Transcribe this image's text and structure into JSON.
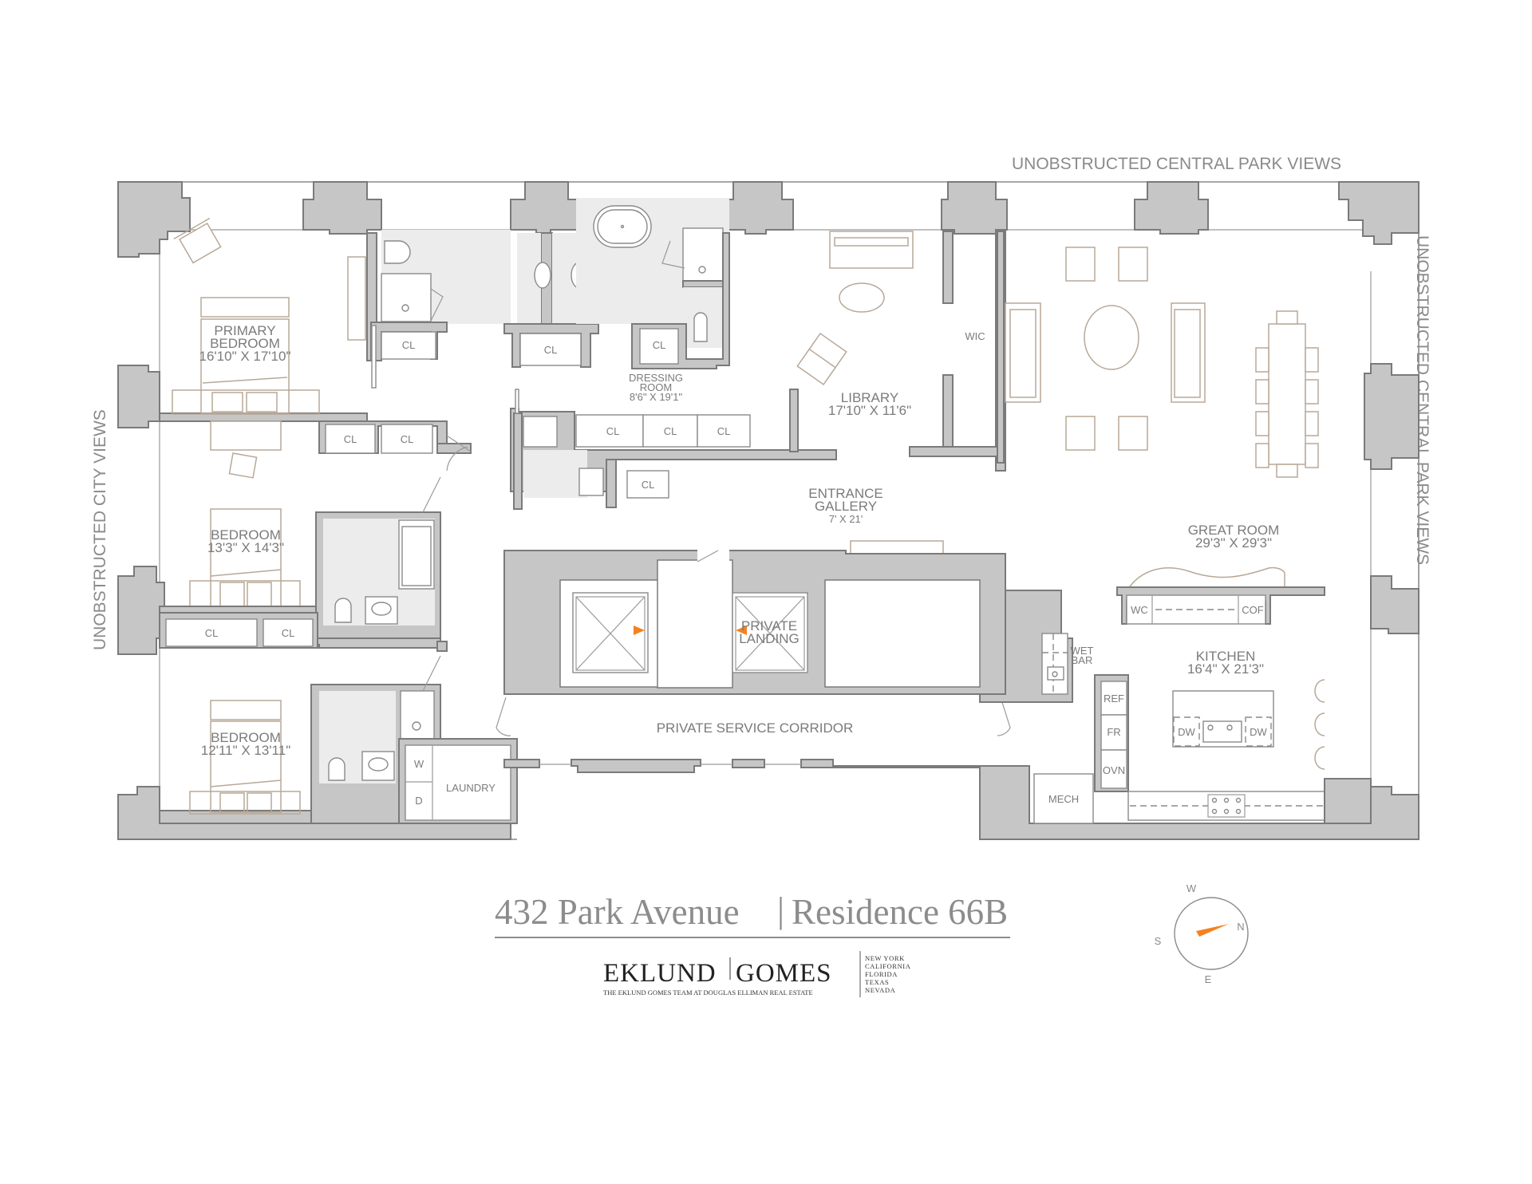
{
  "views": {
    "top": "UNOBSTRUCTED CENTRAL PARK VIEWS",
    "right": "UNOBSTRUCTED CENTRAL PARK VIEWS",
    "left": "UNOBSTRUCTED CITY VIEWS"
  },
  "rooms": {
    "primary_bedroom": {
      "name_line1": "PRIMARY",
      "name_line2": "BEDROOM",
      "size": "16'10\" X 17'10\""
    },
    "dressing_room": {
      "name_line1": "DRESSING",
      "name_line2": "ROOM",
      "size": "8'6\" X 19'1\""
    },
    "library": {
      "name": "LIBRARY",
      "size": "17'10\" X 11'6\""
    },
    "wic": {
      "name": "WIC"
    },
    "entrance_gallery": {
      "name_line1": "ENTRANCE",
      "name_line2": "GALLERY",
      "size": "7' X 21'"
    },
    "great_room": {
      "name": "GREAT ROOM",
      "size": "29'3\" X 29'3\""
    },
    "bedroom_2": {
      "name": "BEDROOM",
      "size": "13'3\" X 14'3\""
    },
    "bedroom_3": {
      "name": "BEDROOM",
      "size": "12'11\" X 13'11\""
    },
    "private_landing": {
      "name_line1": "PRIVATE",
      "name_line2": "LANDING"
    },
    "service_corridor": {
      "name": "PRIVATE SERVICE CORRIDOR"
    },
    "kitchen": {
      "name": "KITCHEN",
      "size": "16'4\" X 21'3\""
    },
    "wet_bar": {
      "name_line1": "WET",
      "name_line2": "BAR"
    },
    "laundry": {
      "name": "LAUNDRY",
      "washer": "W",
      "dryer": "D"
    },
    "mech": {
      "name": "MECH"
    }
  },
  "closet_label": "CL",
  "kitchen_appliances": {
    "wine_cooler": "WC",
    "coffee": "COF",
    "refrigerator": "REF",
    "freezer": "FR",
    "oven": "OVN",
    "dishwasher": "DW"
  },
  "footer": {
    "address": "432 Park Avenue",
    "separator": "|",
    "residence": "Residence 66B",
    "brand_left": "EKLUND",
    "brand_right": "GOMES",
    "tagline": "THE EKLUND GOMES TEAM AT DOUGLAS ELLIMAN REAL ESTATE",
    "states": [
      "NEW YORK",
      "CALIFORNIA",
      "FLORIDA",
      "TEXAS",
      "NEVADA"
    ]
  },
  "compass": {
    "n": "N",
    "s": "S",
    "e": "E",
    "w": "W",
    "needle_color": "#f58220"
  },
  "colors": {
    "wall": "#c6c6c6",
    "wall_outline": "#7a7a7a",
    "furniture": "#b8a898",
    "accent": "#f58220",
    "text": "#7b7b7b"
  }
}
